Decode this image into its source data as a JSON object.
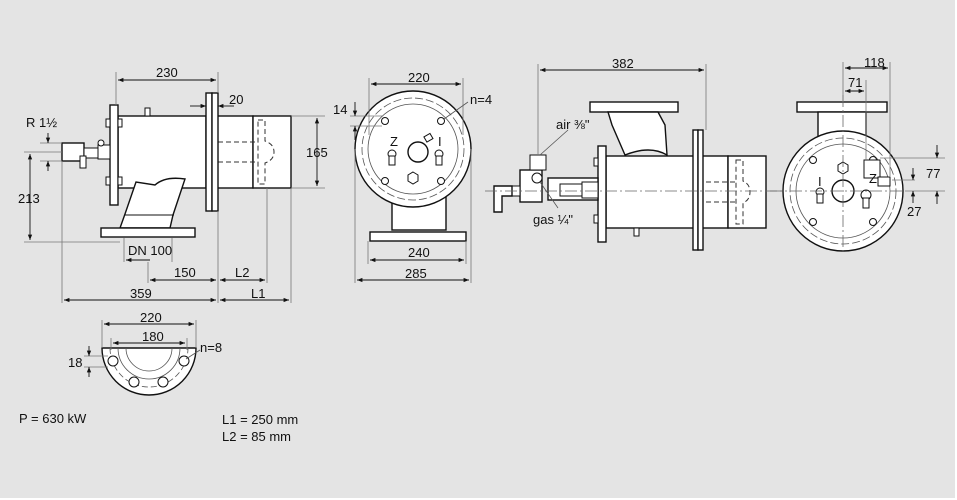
{
  "side_view_left": {
    "dim_230": "230",
    "dim_20": "20",
    "dim_165": "165",
    "dim_r": "R 1½",
    "dim_213": "213",
    "dim_dn": "DN 100",
    "dim_150": "150",
    "dim_l2": "L2",
    "dim_359": "359",
    "dim_l1": "L1"
  },
  "front_view": {
    "dim_220": "220",
    "dim_14": "14",
    "holes": "n=4",
    "mark_z": "Z",
    "mark_i": "I",
    "dim_240": "240",
    "dim_285": "285"
  },
  "side_view_right": {
    "dim_382": "382",
    "air": "air ⅜\"",
    "gas": "gas ¼\""
  },
  "rear_view": {
    "dim_118": "118",
    "dim_71": "71",
    "dim_77": "77",
    "dim_27": "27",
    "mark_z": "Z",
    "mark_i": "I"
  },
  "flange_detail": {
    "dim_220": "220",
    "dim_180": "180",
    "dim_18": "18",
    "holes": "n=8"
  },
  "specs": {
    "power": "P = 630 kW",
    "l1": "L1 = 250 mm",
    "l2": "L2 = 85 mm"
  },
  "colors": {
    "background": "#e4e4e4",
    "line": "#111111",
    "part_fill": "#ffffff"
  }
}
